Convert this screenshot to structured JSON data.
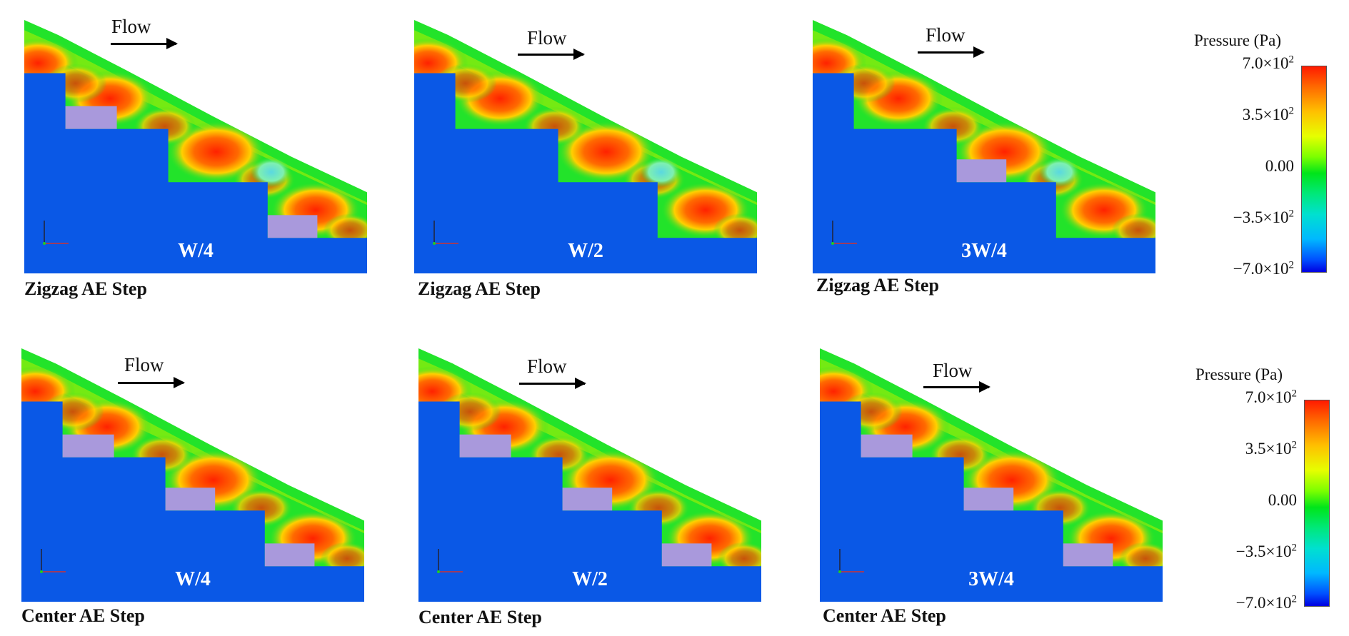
{
  "flow_label": "Flow",
  "legends": [
    {
      "title": "Pressure (Pa)",
      "ticks": [
        {
          "mantissa": "7.0×10",
          "exp": "2"
        },
        {
          "mantissa": "3.5×10",
          "exp": "2"
        },
        {
          "mantissa": "0.00",
          "exp": ""
        },
        {
          "mantissa": "−3.5×10",
          "exp": "2"
        },
        {
          "mantissa": "−7.0×10",
          "exp": "2"
        }
      ]
    },
    {
      "title": "Pressure (Pa)",
      "ticks": [
        {
          "mantissa": "7.0×10",
          "exp": "2"
        },
        {
          "mantissa": "3.5×10",
          "exp": "2"
        },
        {
          "mantissa": "0.00",
          "exp": ""
        },
        {
          "mantissa": "−3.5×10",
          "exp": "2"
        },
        {
          "mantissa": "−7.0×10",
          "exp": "2"
        }
      ]
    }
  ],
  "panels": [
    {
      "case": "W/4",
      "caption": "Zigzag AE Step"
    },
    {
      "case": "W/2",
      "caption": "Zigzag AE Step"
    },
    {
      "case": "3W/4",
      "caption": "Zigzag AE Step"
    },
    {
      "case": "W/4",
      "caption": "Center AE Step"
    },
    {
      "case": "W/2",
      "caption": "Center AE Step"
    },
    {
      "case": "3W/4",
      "caption": "Center AE Step"
    }
  ],
  "colors": {
    "solid": "#0a58e6",
    "aerator": "#a999dc",
    "field_base": "#22e32a",
    "high": "#ff2200",
    "mid": "#ffd000",
    "low": "#5ad8e0"
  }
}
